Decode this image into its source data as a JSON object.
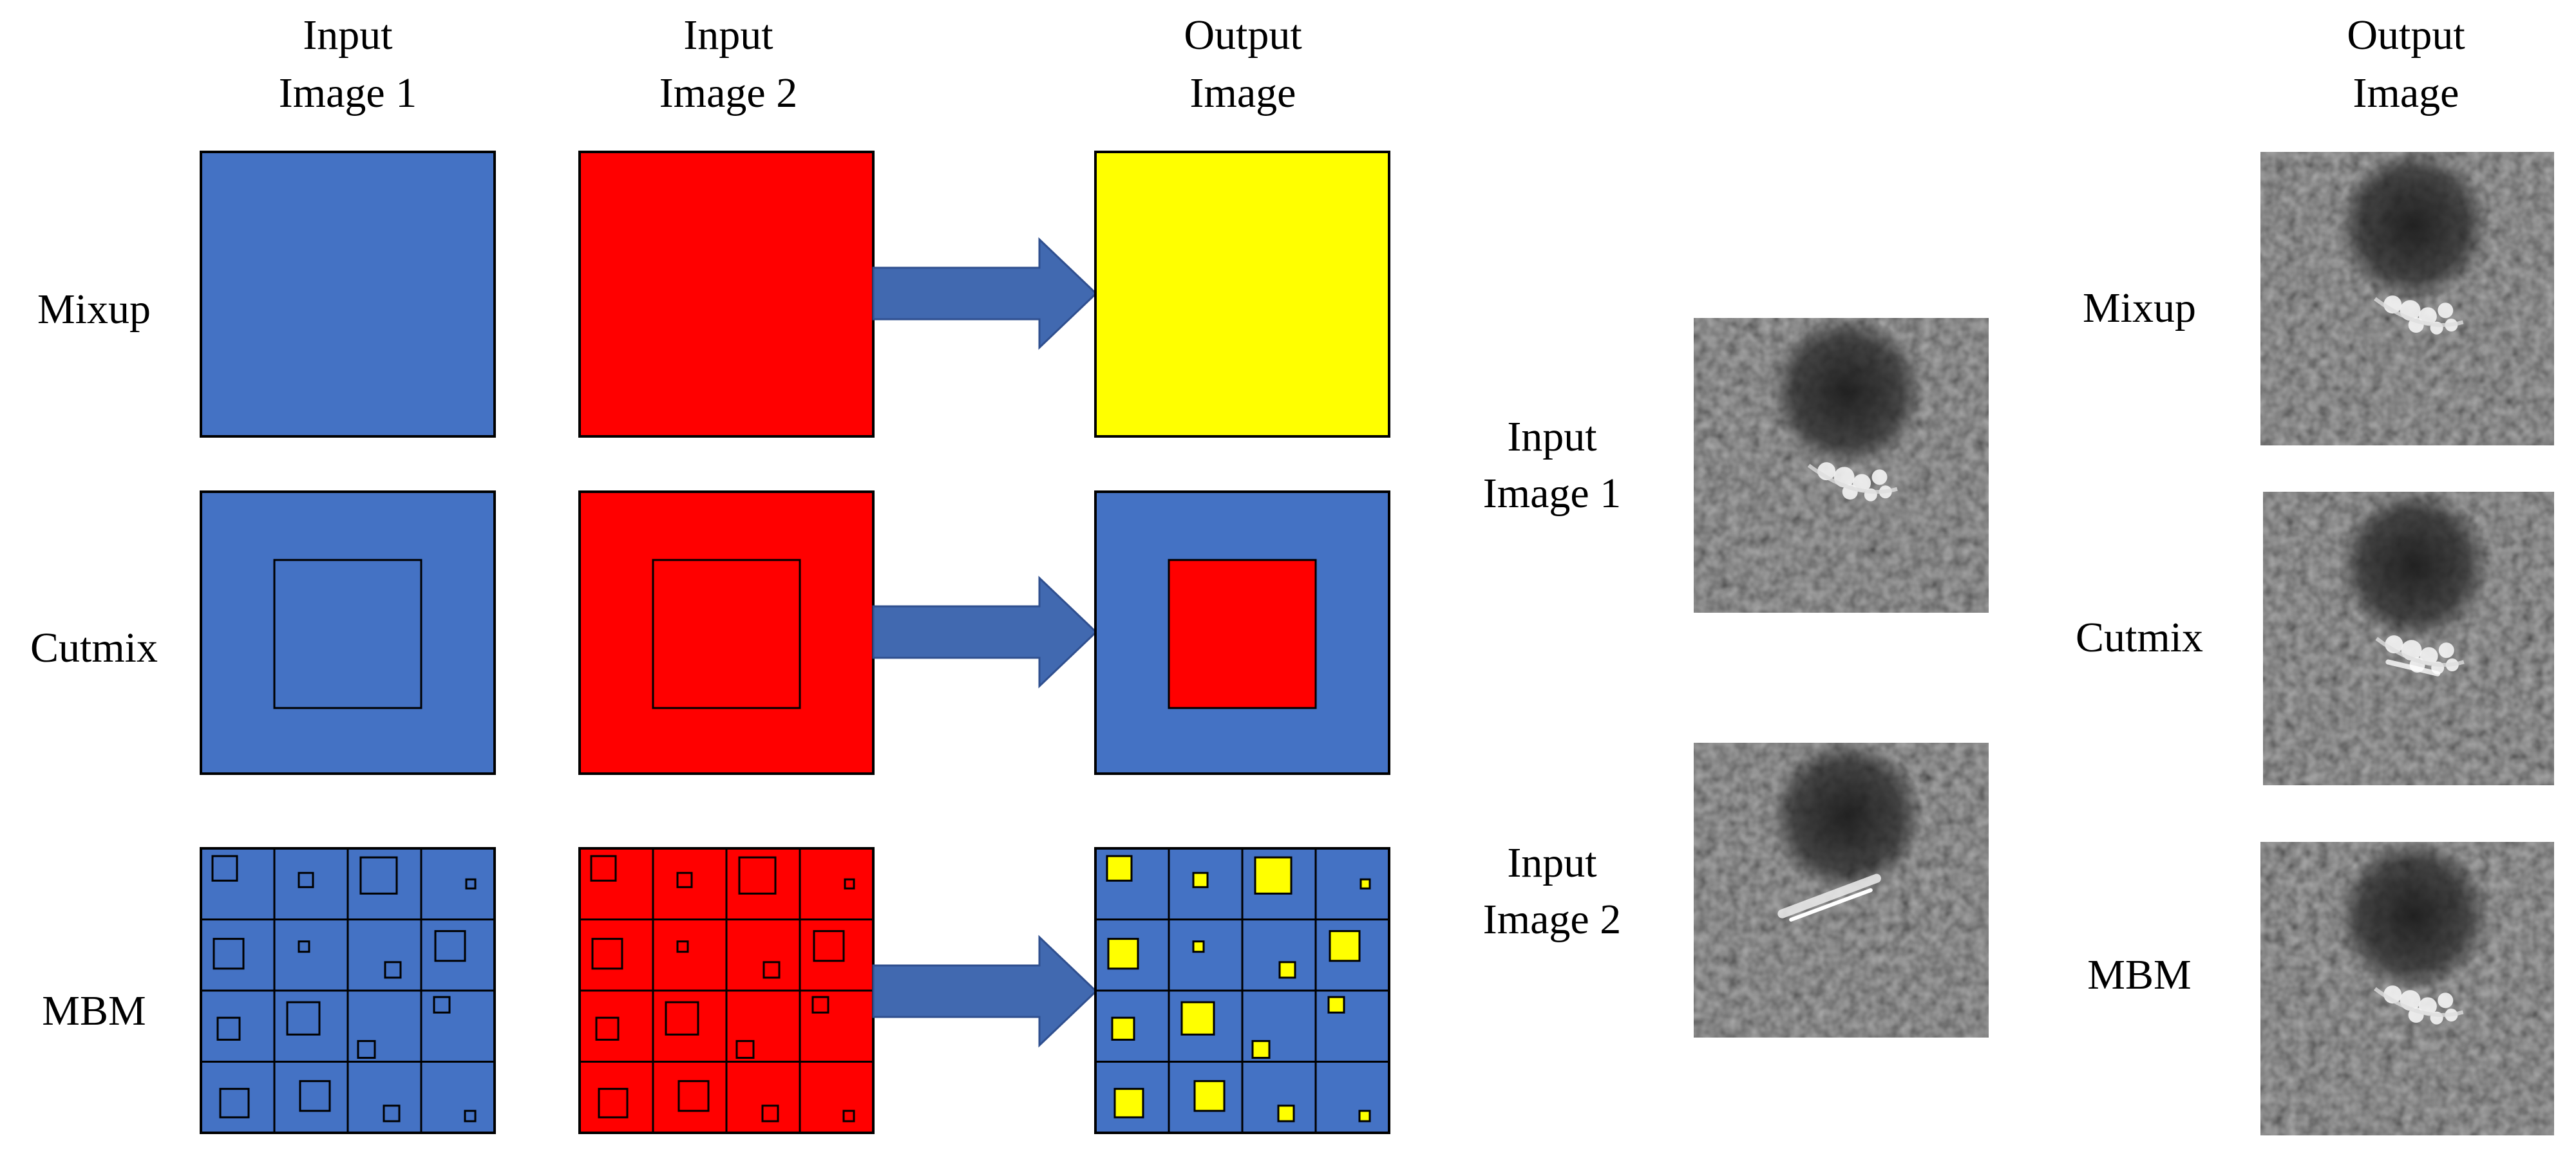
{
  "colors": {
    "blue": "#4472C4",
    "red": "#FF0000",
    "yellow": "#FFFF00",
    "arrow": "#4169B0",
    "outline": "#000000"
  },
  "left_panel": {
    "headers": [
      [
        "Input",
        "Image 1"
      ],
      [
        "Input",
        "Image 2"
      ],
      [
        "Output",
        "Image"
      ]
    ],
    "rows": [
      {
        "label": "Mixup",
        "image1": "blue",
        "image2": "red",
        "output": "yellow",
        "pattern": "solid"
      },
      {
        "label": "Cutmix",
        "image1": "blue",
        "image2": "red",
        "output": "blue-with-red-patch",
        "pattern": "center-box"
      },
      {
        "label": "MBM",
        "image1": "blue",
        "image2": "red",
        "output": "blue-with-yellow-boxes",
        "pattern": "grid-4x4-boxes"
      }
    ]
  },
  "right_panel": {
    "input_labels": [
      [
        "Input",
        "Image 1"
      ],
      [
        "Input",
        "Image 2"
      ]
    ],
    "output_header": [
      "Output",
      "Image"
    ],
    "output_rows": [
      "Mixup",
      "Cutmix",
      "MBM"
    ],
    "images": [
      {
        "name": "input-image-1",
        "kind": "grayscale-ultrasound-speckle"
      },
      {
        "name": "input-image-2",
        "kind": "grayscale-ultrasound-speckle"
      },
      {
        "name": "output-mixup",
        "kind": "grayscale-ultrasound-speckle"
      },
      {
        "name": "output-cutmix",
        "kind": "grayscale-ultrasound-speckle"
      },
      {
        "name": "output-mbm",
        "kind": "grayscale-ultrasound-speckle"
      }
    ]
  }
}
